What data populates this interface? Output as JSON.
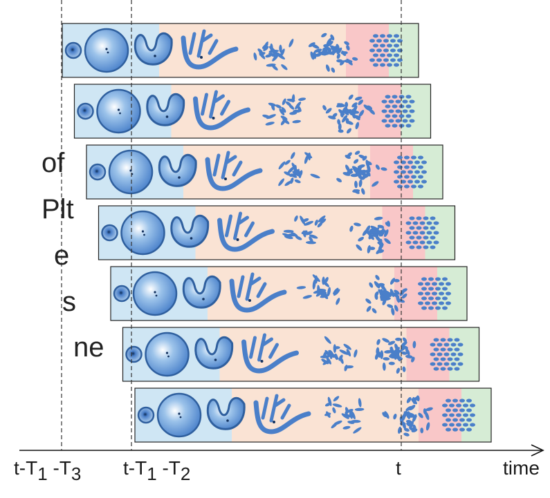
{
  "side_text": [
    "of",
    "Plt",
    "e",
    "s",
    "ne"
  ],
  "axis": {
    "tick_labels": [
      {
        "main": "t-T",
        "sub": "1",
        "rest": " -T",
        "sub2": "3"
      },
      {
        "main": "t-T",
        "sub": "1",
        "rest": " -T",
        "sub2": "2"
      },
      {
        "main": "t",
        "sub": "",
        "rest": "",
        "sub2": ""
      }
    ],
    "end_label": "time"
  },
  "stages": [
    "small-cell",
    "large-cell",
    "horseshoe-cell",
    "branched-cell",
    "fragmenting-cell",
    "dense-cluster",
    "dispersed-particles"
  ],
  "phase_colors": {
    "blue": "#cfe6f4",
    "peach": "#fae3d4",
    "pink": "#f9c7c8",
    "green": "#d6ecd5"
  },
  "cell_fill": "#4a7fc9",
  "cell_stroke": "#2f5f9e",
  "row_count": 7
}
